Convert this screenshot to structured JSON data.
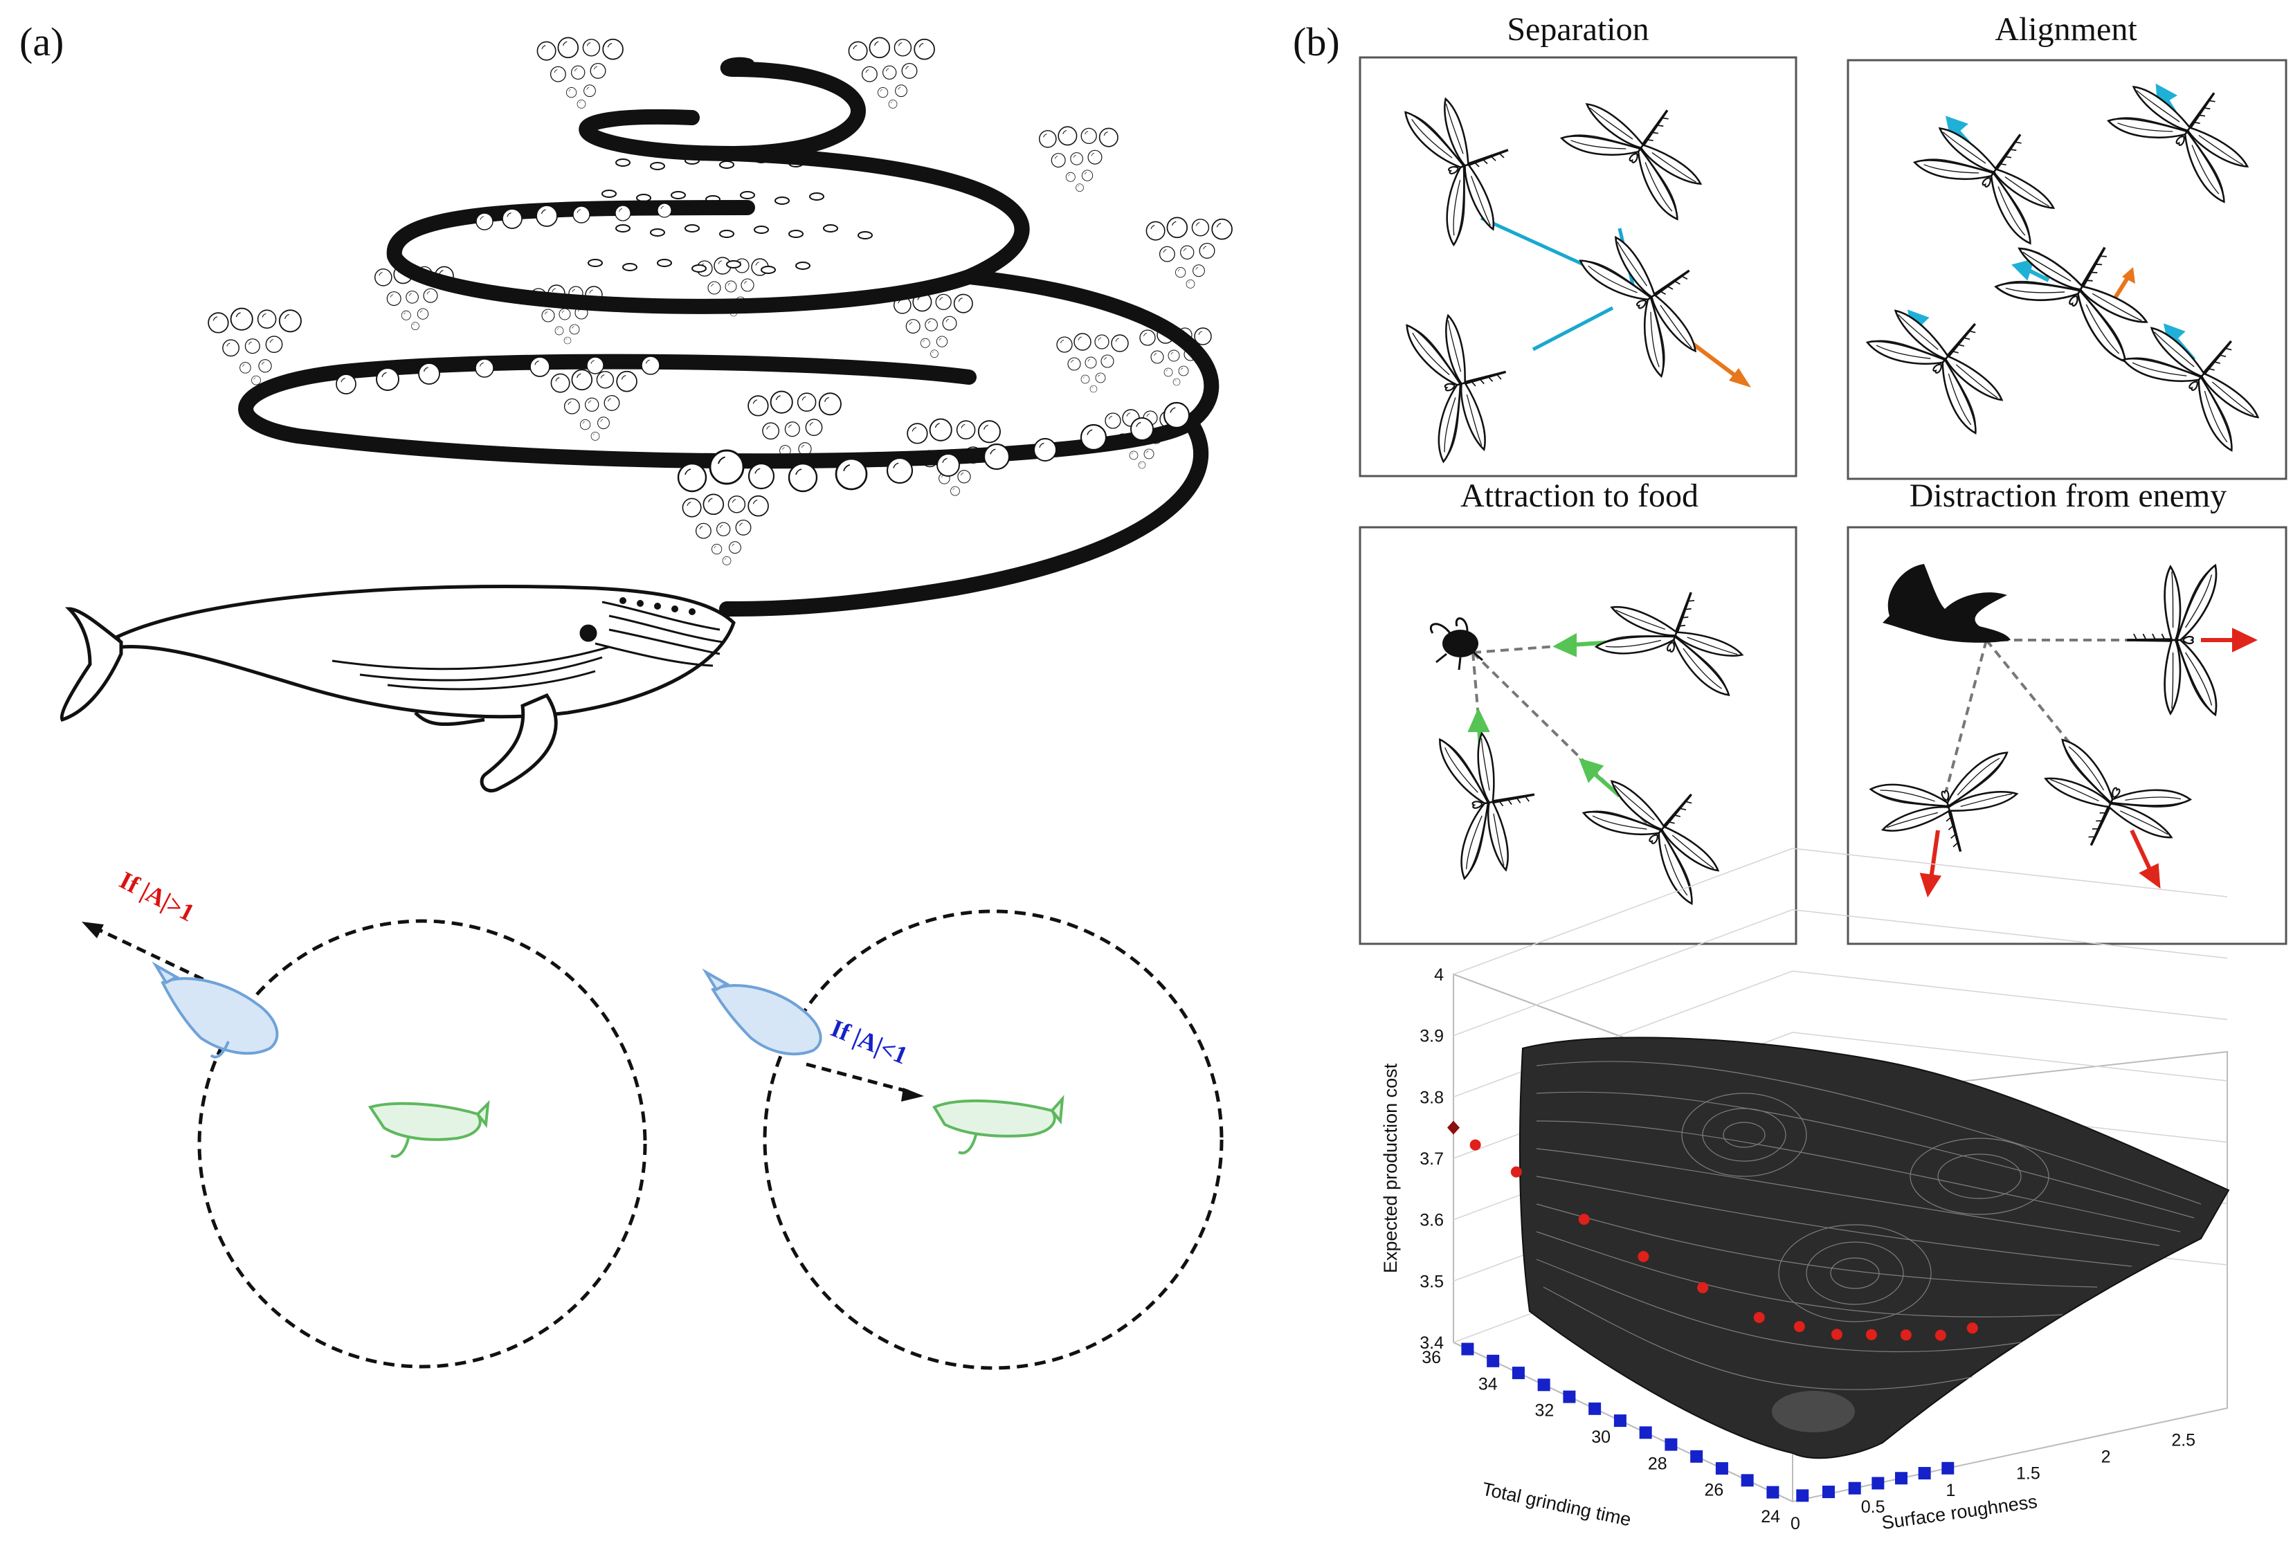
{
  "panels": {
    "a": {
      "label": "(a)"
    },
    "b": {
      "label": "(b)"
    }
  },
  "woa": {
    "conditions": {
      "explore": "If |A|>1",
      "exploit": "If |A|<1"
    },
    "colors": {
      "explore": "#d11a1a",
      "exploit": "#1522c9",
      "search_whale": "#6fa2d8",
      "prey_whale": "#5eb85e"
    },
    "icons": [
      "humpback-whale-icon",
      "bubble-spiral-icon",
      "bubble-cluster-icon"
    ]
  },
  "dragonfly": {
    "panels": [
      {
        "title": "Separation",
        "arrow_color": "#e8761a",
        "line_color": "#18a8d0"
      },
      {
        "title": "Alignment",
        "arrow_color": "#1fb0d8",
        "center_colors": [
          "#55c455",
          "#1fb0d8",
          "#e8761a"
        ]
      },
      {
        "title": "Attraction to food",
        "arrow_color": "#55c455"
      },
      {
        "title": "Distraction from enemy",
        "arrow_color": "#e0251a"
      }
    ],
    "icons": [
      "dragonfly-icon",
      "fly-icon",
      "bird-icon"
    ]
  },
  "chart_data": {
    "type": "surface",
    "zlabel": "Expected production cost",
    "xlabel": "Surface roughness",
    "ylabel": "Total grinding time",
    "z_ticks": [
      "3.4",
      "3.5",
      "3.6",
      "3.7",
      "3.8",
      "3.9",
      "4"
    ],
    "x_ticks": [
      "0",
      "0.5",
      "1",
      "1.5",
      "2",
      "2.5"
    ],
    "y_ticks": [
      "24",
      "26",
      "28",
      "30",
      "32",
      "34",
      "36"
    ],
    "zlim": [
      3.4,
      4.0
    ],
    "xlim": [
      0,
      2.8
    ],
    "ylim": [
      24,
      36
    ],
    "grid": true,
    "series": [
      {
        "marker": "red-dot",
        "color": "#e0201a",
        "points": [
          {
            "x": 0.05,
            "y": 35.5,
            "z": 3.73
          },
          {
            "x": 0.15,
            "y": 34.6,
            "z": 3.7
          },
          {
            "x": 0.35,
            "y": 33.3,
            "z": 3.64
          },
          {
            "x": 0.55,
            "y": 32.3,
            "z": 3.59
          },
          {
            "x": 0.75,
            "y": 31.3,
            "z": 3.55
          },
          {
            "x": 0.95,
            "y": 30.4,
            "z": 3.51
          },
          {
            "x": 1.1,
            "y": 29.8,
            "z": 3.5
          },
          {
            "x": 1.25,
            "y": 29.3,
            "z": 3.49
          },
          {
            "x": 1.4,
            "y": 28.9,
            "z": 3.49
          },
          {
            "x": 1.55,
            "y": 28.5,
            "z": 3.49
          },
          {
            "x": 1.7,
            "y": 28.1,
            "z": 3.49
          },
          {
            "x": 1.85,
            "y": 27.8,
            "z": 3.5
          }
        ]
      },
      {
        "marker": "blue-square",
        "color": "#1522c9",
        "points": [
          {
            "x": 0.0,
            "y": 35.5,
            "z": 3.4
          },
          {
            "x": 0.0,
            "y": 34.6,
            "z": 3.4
          },
          {
            "x": 0.0,
            "y": 33.7,
            "z": 3.4
          },
          {
            "x": 0.0,
            "y": 32.8,
            "z": 3.4
          },
          {
            "x": 0.0,
            "y": 31.9,
            "z": 3.4
          },
          {
            "x": 0.0,
            "y": 31.0,
            "z": 3.4
          },
          {
            "x": 0.0,
            "y": 30.1,
            "z": 3.4
          },
          {
            "x": 0.0,
            "y": 29.2,
            "z": 3.4
          },
          {
            "x": 0.0,
            "y": 28.3,
            "z": 3.4
          },
          {
            "x": 0.0,
            "y": 27.4,
            "z": 3.4
          },
          {
            "x": 0.0,
            "y": 26.5,
            "z": 3.4
          },
          {
            "x": 0.0,
            "y": 25.6,
            "z": 3.4
          },
          {
            "x": 0.0,
            "y": 24.7,
            "z": 3.4
          },
          {
            "x": 0.1,
            "y": 24.2,
            "z": 3.4
          },
          {
            "x": 0.25,
            "y": 24.1,
            "z": 3.4
          },
          {
            "x": 0.4,
            "y": 24.0,
            "z": 3.4
          },
          {
            "x": 0.55,
            "y": 24.0,
            "z": 3.4
          },
          {
            "x": 0.7,
            "y": 24.0,
            "z": 3.4
          },
          {
            "x": 0.85,
            "y": 24.0,
            "z": 3.4
          },
          {
            "x": 1.0,
            "y": 24.0,
            "z": 3.4
          }
        ]
      },
      {
        "marker": "dark-red-diamond",
        "color": "#8b1010",
        "points": [
          {
            "x": 0.0,
            "y": 36.0,
            "z": 3.75
          }
        ]
      }
    ]
  }
}
